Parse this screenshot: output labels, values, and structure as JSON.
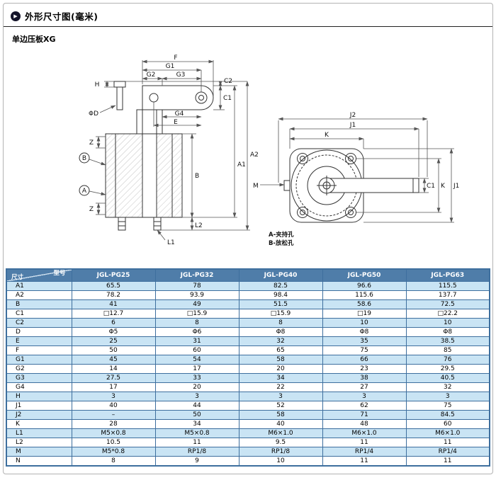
{
  "header": {
    "title": "外形尺寸图(毫米)",
    "subtitle": "单边压板XG"
  },
  "front_view": {
    "labels": {
      "F": "F",
      "G1": "G1",
      "G2": "G2",
      "G3": "G3",
      "H": "H",
      "phiD": "ΦD",
      "C2": "C2",
      "C1": "C1",
      "G4": "G4",
      "E": "E",
      "Z_top": "Z",
      "Z_bot": "Z",
      "B": "B",
      "A1": "A1",
      "A2": "A2",
      "L1": "L1",
      "L2": "L2",
      "callout_a": "A",
      "callout_b": "B"
    }
  },
  "top_view": {
    "labels": {
      "J2": "J2",
      "J1_top": "J1",
      "K_top": "K",
      "M": "M",
      "C1": "C1",
      "K_right": "K",
      "J1_right": "J1"
    },
    "notes": [
      "A-夹持孔",
      "B-放松孔"
    ]
  },
  "table": {
    "corner_top": "型号",
    "corner_bottom": "尺寸",
    "columns": [
      "JGL-PG25",
      "JGL-PG32",
      "JGL-PG40",
      "JGL-PG50",
      "JGL-PG63"
    ],
    "rows": [
      {
        "label": "A1",
        "values": [
          "65.5",
          "78",
          "82.5",
          "96.6",
          "115.5"
        ]
      },
      {
        "label": "A2",
        "values": [
          "78.2",
          "93.9",
          "98.4",
          "115.6",
          "137.7"
        ]
      },
      {
        "label": "B",
        "values": [
          "41",
          "49",
          "51.5",
          "58.6",
          "72.5"
        ]
      },
      {
        "label": "C1",
        "values": [
          "□12.7",
          "□15.9",
          "□15.9",
          "□19",
          "□22.2"
        ]
      },
      {
        "label": "C2",
        "values": [
          "6",
          "8",
          "8",
          "10",
          "10"
        ]
      },
      {
        "label": "D",
        "values": [
          "Φ5",
          "Φ6",
          "Φ8",
          "Φ8",
          "Φ8"
        ]
      },
      {
        "label": "E",
        "values": [
          "25",
          "31",
          "32",
          "35",
          "38.5"
        ]
      },
      {
        "label": "F",
        "values": [
          "50",
          "60",
          "65",
          "75",
          "85"
        ]
      },
      {
        "label": "G1",
        "values": [
          "45",
          "54",
          "58",
          "66",
          "76"
        ]
      },
      {
        "label": "G2",
        "values": [
          "14",
          "17",
          "20",
          "23",
          "29.5"
        ]
      },
      {
        "label": "G3",
        "values": [
          "27.5",
          "33",
          "34",
          "38",
          "40.5"
        ]
      },
      {
        "label": "G4",
        "values": [
          "17",
          "20",
          "22",
          "27",
          "32"
        ]
      },
      {
        "label": "H",
        "values": [
          "3",
          "3",
          "3",
          "3",
          "3"
        ]
      },
      {
        "label": "J1",
        "values": [
          "40",
          "44",
          "52",
          "62",
          "75"
        ]
      },
      {
        "label": "J2",
        "values": [
          "–",
          "50",
          "58",
          "71",
          "84.5"
        ]
      },
      {
        "label": "K",
        "values": [
          "28",
          "34",
          "40",
          "48",
          "60"
        ]
      },
      {
        "label": "L1",
        "values": [
          "M5×0.8",
          "M5×0.8",
          "M6×1.0",
          "M6×1.0",
          "M6×1.0"
        ]
      },
      {
        "label": "L2",
        "values": [
          "10.5",
          "11",
          "9.5",
          "11",
          "11"
        ]
      },
      {
        "label": "M",
        "values": [
          "M5*0.8",
          "RP1/8",
          "RP1/8",
          "RP1/4",
          "RP1/4"
        ]
      },
      {
        "label": "N",
        "values": [
          "8",
          "9",
          "10",
          "11",
          "11"
        ]
      }
    ]
  }
}
